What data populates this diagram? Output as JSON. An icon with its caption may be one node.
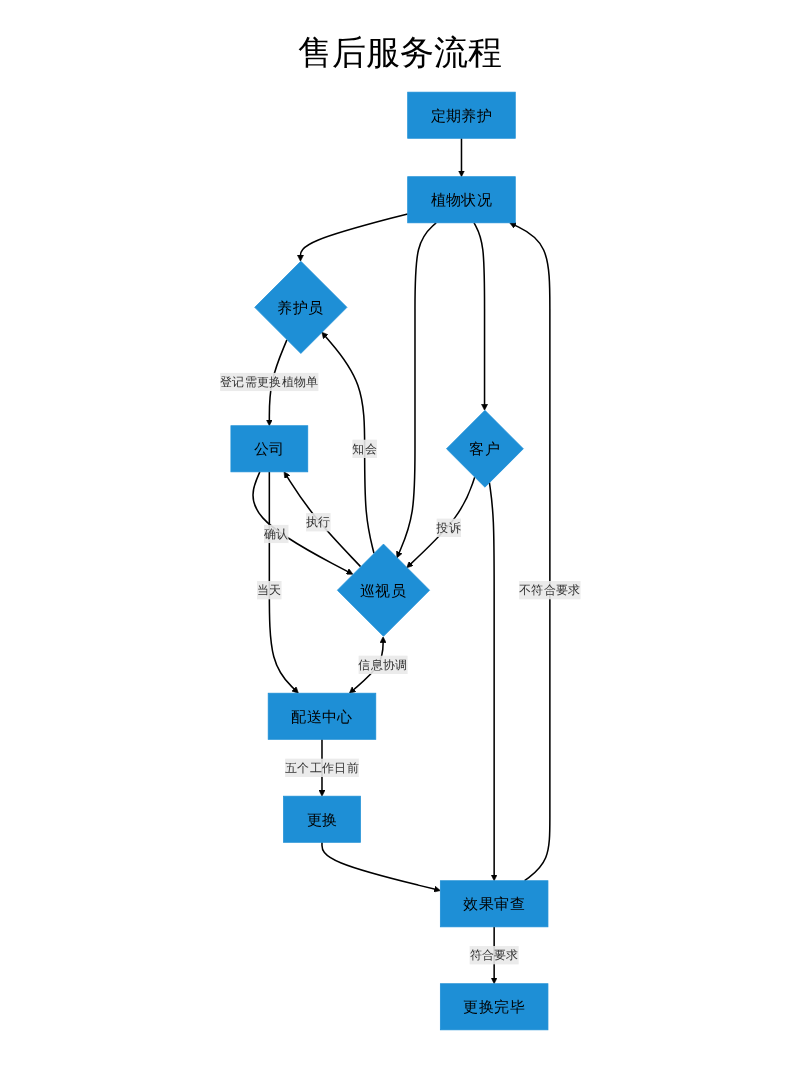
{
  "diagram": {
    "title": "售后服务流程",
    "nodes": [
      {
        "text": [
          "定期养护"
        ]
      },
      {
        "text": [
          "植物状况"
        ]
      },
      {
        "text": [
          "养护员"
        ]
      },
      {
        "text": [
          "巡视员"
        ]
      },
      {
        "text": [
          "客户"
        ]
      },
      {
        "text": [
          "公司"
        ]
      },
      {
        "text": [
          "配送中心"
        ]
      },
      {
        "text": [
          "更换"
        ]
      },
      {
        "text": [
          "效果审查"
        ]
      },
      {
        "text": [
          "更换完毕"
        ]
      }
    ],
    "edges": [
      {
        "from": 0,
        "to": 1,
        "arrow": "to"
      },
      {
        "from": 1,
        "to": 2,
        "arrow": "to"
      },
      {
        "from": 1,
        "to": 3,
        "arrow": "to"
      },
      {
        "from": 1,
        "to": 4,
        "arrow": "to"
      },
      {
        "from": 3,
        "to": 2,
        "arrow": "to",
        "label": "知会"
      },
      {
        "from": 4,
        "to": 3,
        "arrow": "to",
        "label": "投诉"
      },
      {
        "from": 3,
        "to": 5,
        "arrow": "to",
        "label": "执行"
      },
      {
        "from": 5,
        "to": 3,
        "arrow": "to",
        "label": "确认"
      },
      {
        "from": 2,
        "to": 5,
        "arrow": "to",
        "label": "登记需更换植物单"
      },
      {
        "from": 5,
        "to": 6,
        "arrow": "to",
        "label": "当天"
      },
      {
        "from": 3,
        "to": 6,
        "arrow": "both",
        "label": "信息协调"
      },
      {
        "from": 6,
        "to": 7,
        "arrow": "to",
        "label": "五个工作日前"
      },
      {
        "from": 7,
        "to": 8,
        "arrow": "to"
      },
      {
        "from": 4,
        "to": 8,
        "arrow": "to"
      },
      {
        "from": 8,
        "to": 9,
        "arrow": "to",
        "label": "符合要求"
      },
      {
        "from": 8,
        "to": 1,
        "arrow": "to",
        "label": "不符合要求"
      }
    ]
  }
}
